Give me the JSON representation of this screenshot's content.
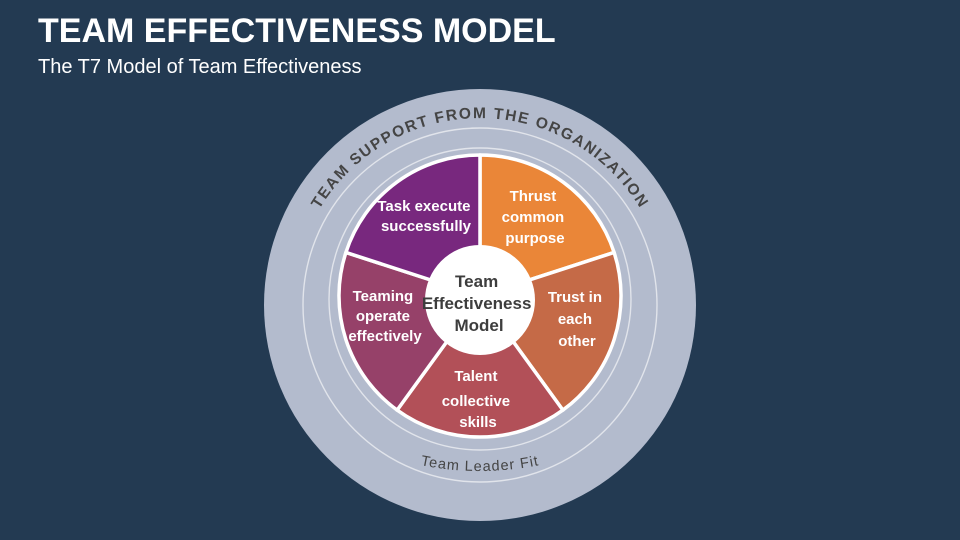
{
  "colors": {
    "background": "#233A52",
    "ring": "#B3BBCD",
    "ring_text": "#454545",
    "center_circle": "#FFFFFF",
    "center_text": "#3D3D3D",
    "segment_text": "#FFFFFF"
  },
  "header": {
    "title": "TEAM EFFECTIVENESS MODEL",
    "subtitle": "The T7 Model of Team Effectiveness"
  },
  "diagram": {
    "outer_ring_label": "TEAM SUPPORT FROM THE ORGANIZATION",
    "inner_ring_label": "Team Leader Fit",
    "center": {
      "lines": [
        "Team",
        "Effectiveness",
        "Model"
      ]
    },
    "segments": [
      {
        "id": "thrust-common-purpose",
        "color": "#EA8638",
        "lines": [
          "Thrust",
          "common",
          "purpose"
        ]
      },
      {
        "id": "trust-in-each-other",
        "color": "#C56A47",
        "lines": [
          "Trust in",
          "each",
          "other"
        ]
      },
      {
        "id": "talent-collective-skills",
        "color": "#B25058",
        "lines": [
          "Talent",
          "collective",
          "skills"
        ]
      },
      {
        "id": "teaming-operate-effectively",
        "color": "#964169",
        "lines": [
          "Teaming",
          "operate",
          "effectively"
        ]
      },
      {
        "id": "task-execute-successfully",
        "color": "#78287E",
        "lines": [
          "Task execute",
          "successfully"
        ]
      }
    ]
  }
}
